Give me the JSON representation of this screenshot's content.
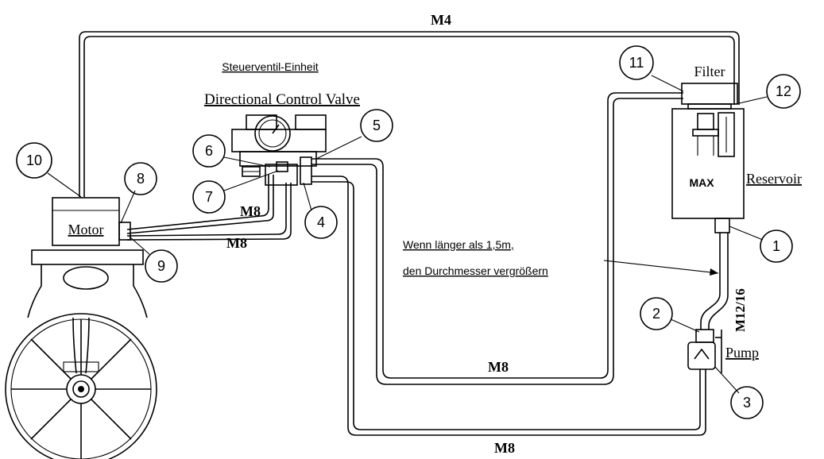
{
  "labels": {
    "m4": "M4",
    "m8_a": "M8",
    "m8_b": "M8",
    "m8_c": "M8",
    "m8_d": "M8",
    "m12_16": "M12/16",
    "valve_de": "Steuerventil-Einheit",
    "valve_en": "Directional Control Valve",
    "filter": "Filter",
    "reservoir": "Reservoir",
    "pump": "Pump",
    "motor": "Motor",
    "brand": "MAX",
    "note_line1": "Wenn länger als 1,5m,",
    "note_line2": "den Durchmesser vergrößern"
  },
  "callouts": [
    "1",
    "2",
    "3",
    "4",
    "5",
    "6",
    "7",
    "8",
    "9",
    "10",
    "11",
    "12"
  ]
}
